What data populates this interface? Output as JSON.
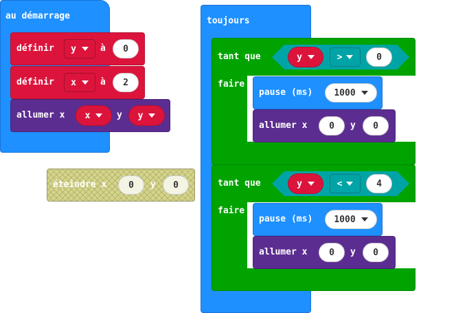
{
  "on_start": {
    "header": "au démarrage",
    "set_y": {
      "label": "définir",
      "var": "y",
      "to": "à",
      "value": "0"
    },
    "set_x": {
      "label": "définir",
      "var": "x",
      "to": "à",
      "value": "2"
    },
    "plot": {
      "label": "allumer x",
      "x_var": "x",
      "y_label": "y",
      "y_var": "y"
    }
  },
  "unplot": {
    "label": "éteindre x",
    "x": "0",
    "y_label": "y",
    "y": "0"
  },
  "forever": {
    "header": "toujours",
    "loop1": {
      "while_label": "tant que",
      "var": "y",
      "op": ">",
      "value": "0",
      "do_label": "faire",
      "pause": {
        "label": "pause (ms)",
        "value": "1000"
      },
      "plot": {
        "label": "allumer x",
        "x": "0",
        "y_label": "y",
        "y": "0"
      }
    },
    "loop2": {
      "while_label": "tant que",
      "var": "y",
      "op": "<",
      "value": "4",
      "do_label": "faire",
      "pause": {
        "label": "pause (ms)",
        "value": "1000"
      },
      "plot": {
        "label": "allumer x",
        "x": "0",
        "y_label": "y",
        "y": "0"
      }
    }
  },
  "colors": {
    "event_blue": "#1e90ff",
    "variables_red": "#dc143c",
    "led_purple": "#5c2d91",
    "loops_green": "#00a300",
    "logic_teal": "#00a4a6",
    "disabled_olive": "#d4d48a"
  }
}
